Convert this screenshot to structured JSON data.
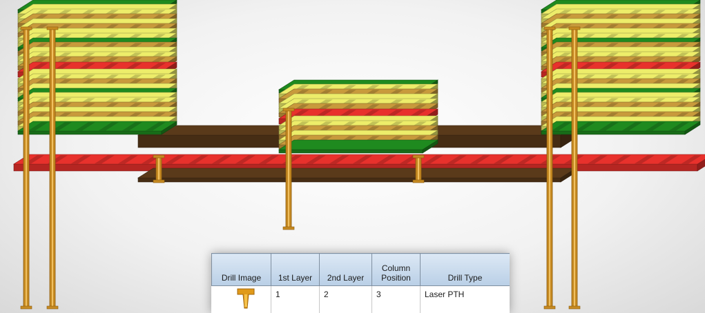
{
  "legend": {
    "headers": [
      {
        "line1": "",
        "line2": "Drill Image"
      },
      {
        "line1": "",
        "line2": "1st Layer"
      },
      {
        "line1": "",
        "line2": "2nd Layer"
      },
      {
        "line1": "Column",
        "line2": "Position"
      },
      {
        "line1": "",
        "line2": "Drill Type"
      }
    ],
    "row": {
      "drill_image_icon": "laser-pth-drill-icon",
      "first_layer": "1",
      "second_layer": "2",
      "column_position": "3",
      "drill_type": "Laser PTH"
    }
  },
  "colors": {
    "copper_green": "#1f8a1f",
    "prepreg_yellow": "#eded6a",
    "core_tan": "#c89a3c",
    "flex_red": "#e8312c",
    "flex_brown": "#5a3a1a",
    "drill_copper": "#c68a22",
    "header_blue": "#c9d9ec"
  }
}
